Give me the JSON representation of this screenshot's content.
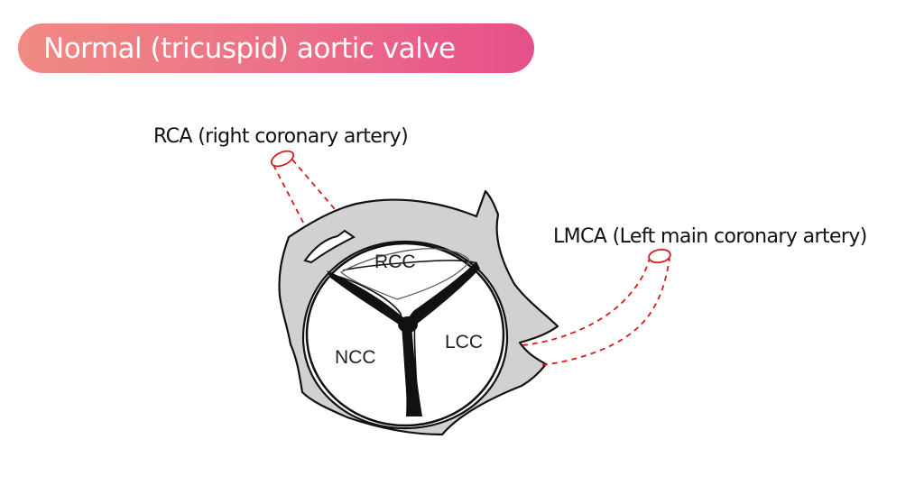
{
  "title": "Normal (tricuspid) aortic valve",
  "labels": {
    "rca": "RCA (right coronary artery)",
    "lmca": "LMCA (Left main coronary artery)"
  },
  "cusps": {
    "rcc": "RCC",
    "ncc": "NCC",
    "lcc": "LCC"
  },
  "colors": {
    "title_gradient_start": "#f08a82",
    "title_gradient_end": "#e64f8a",
    "wall": "#d1d1d1",
    "outline": "#111111",
    "artery_dashed": "#d41c1c"
  }
}
